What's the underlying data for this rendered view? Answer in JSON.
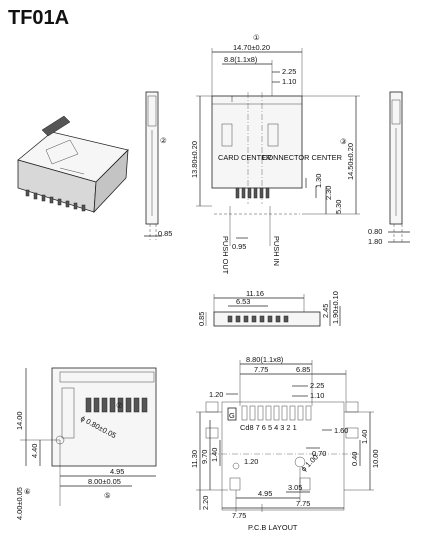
{
  "title": "TF01A",
  "top_view": {
    "marker_1": "①",
    "marker_2": "②",
    "marker_3": "③",
    "width_total": "14.70±0.20",
    "pitch_span": "8.8(1.1x8)",
    "dim_225": "2.25",
    "dim_110": "1.10",
    "height_left": "13.80±0.20",
    "height_right": "14.50±0.20",
    "card_center": "CARD CENTER",
    "connector_center": "CONNECTOR CENTER",
    "dim_130": "1.30",
    "dim_230": "2.30",
    "dim_530": "5.30",
    "dim_095": "0.95",
    "push_out": "PUSH OUT",
    "push_in": "PUSH IN",
    "left_085": "0.85",
    "right_080": "0.80",
    "right_180": "1.80"
  },
  "side_view": {
    "dim_1116": "11.16",
    "dim_653": "6.53",
    "dim_085": "0.85",
    "dim_245": "2.45",
    "dim_190": "1.90±0.10"
  },
  "bottom_view": {
    "dim_14": "14.00",
    "dim_440": "4.40",
    "marker_7": "⑦",
    "hole": "ϕ 0.80±0.05",
    "dim_495": "4.95",
    "dim_800": "8.00±0.05",
    "marker_5": "⑤",
    "marker_6": "⑥",
    "dim_400": "4.00±0.05"
  },
  "pcb_layout": {
    "pitch_span": "8.80(1.1x8)",
    "dim_775_top": "7.75",
    "dim_685": "6.85",
    "dim_225": "2.25",
    "dim_120_top": "1.20",
    "dim_110": "1.10",
    "pad_g": "G",
    "pin_labels": "Cd8 7 6 5 4 3 2 1",
    "dim_1130": "11.30",
    "dim_970": "9.70",
    "dim_160": "1.60",
    "dim_140_left": "1.40",
    "dim_140_right": "1.40",
    "dim_070": "0.70",
    "dim_040": "0.40",
    "dim_1000": "10.00",
    "dim_120_mid": "1.20",
    "hole": "ϕ 1.00",
    "dim_220": "2.20",
    "dim_305": "3.05",
    "dim_495": "4.95",
    "dim_775_b1": "7.75",
    "dim_775_b2": "7.75",
    "caption": "P.C.B LAYOUT"
  }
}
